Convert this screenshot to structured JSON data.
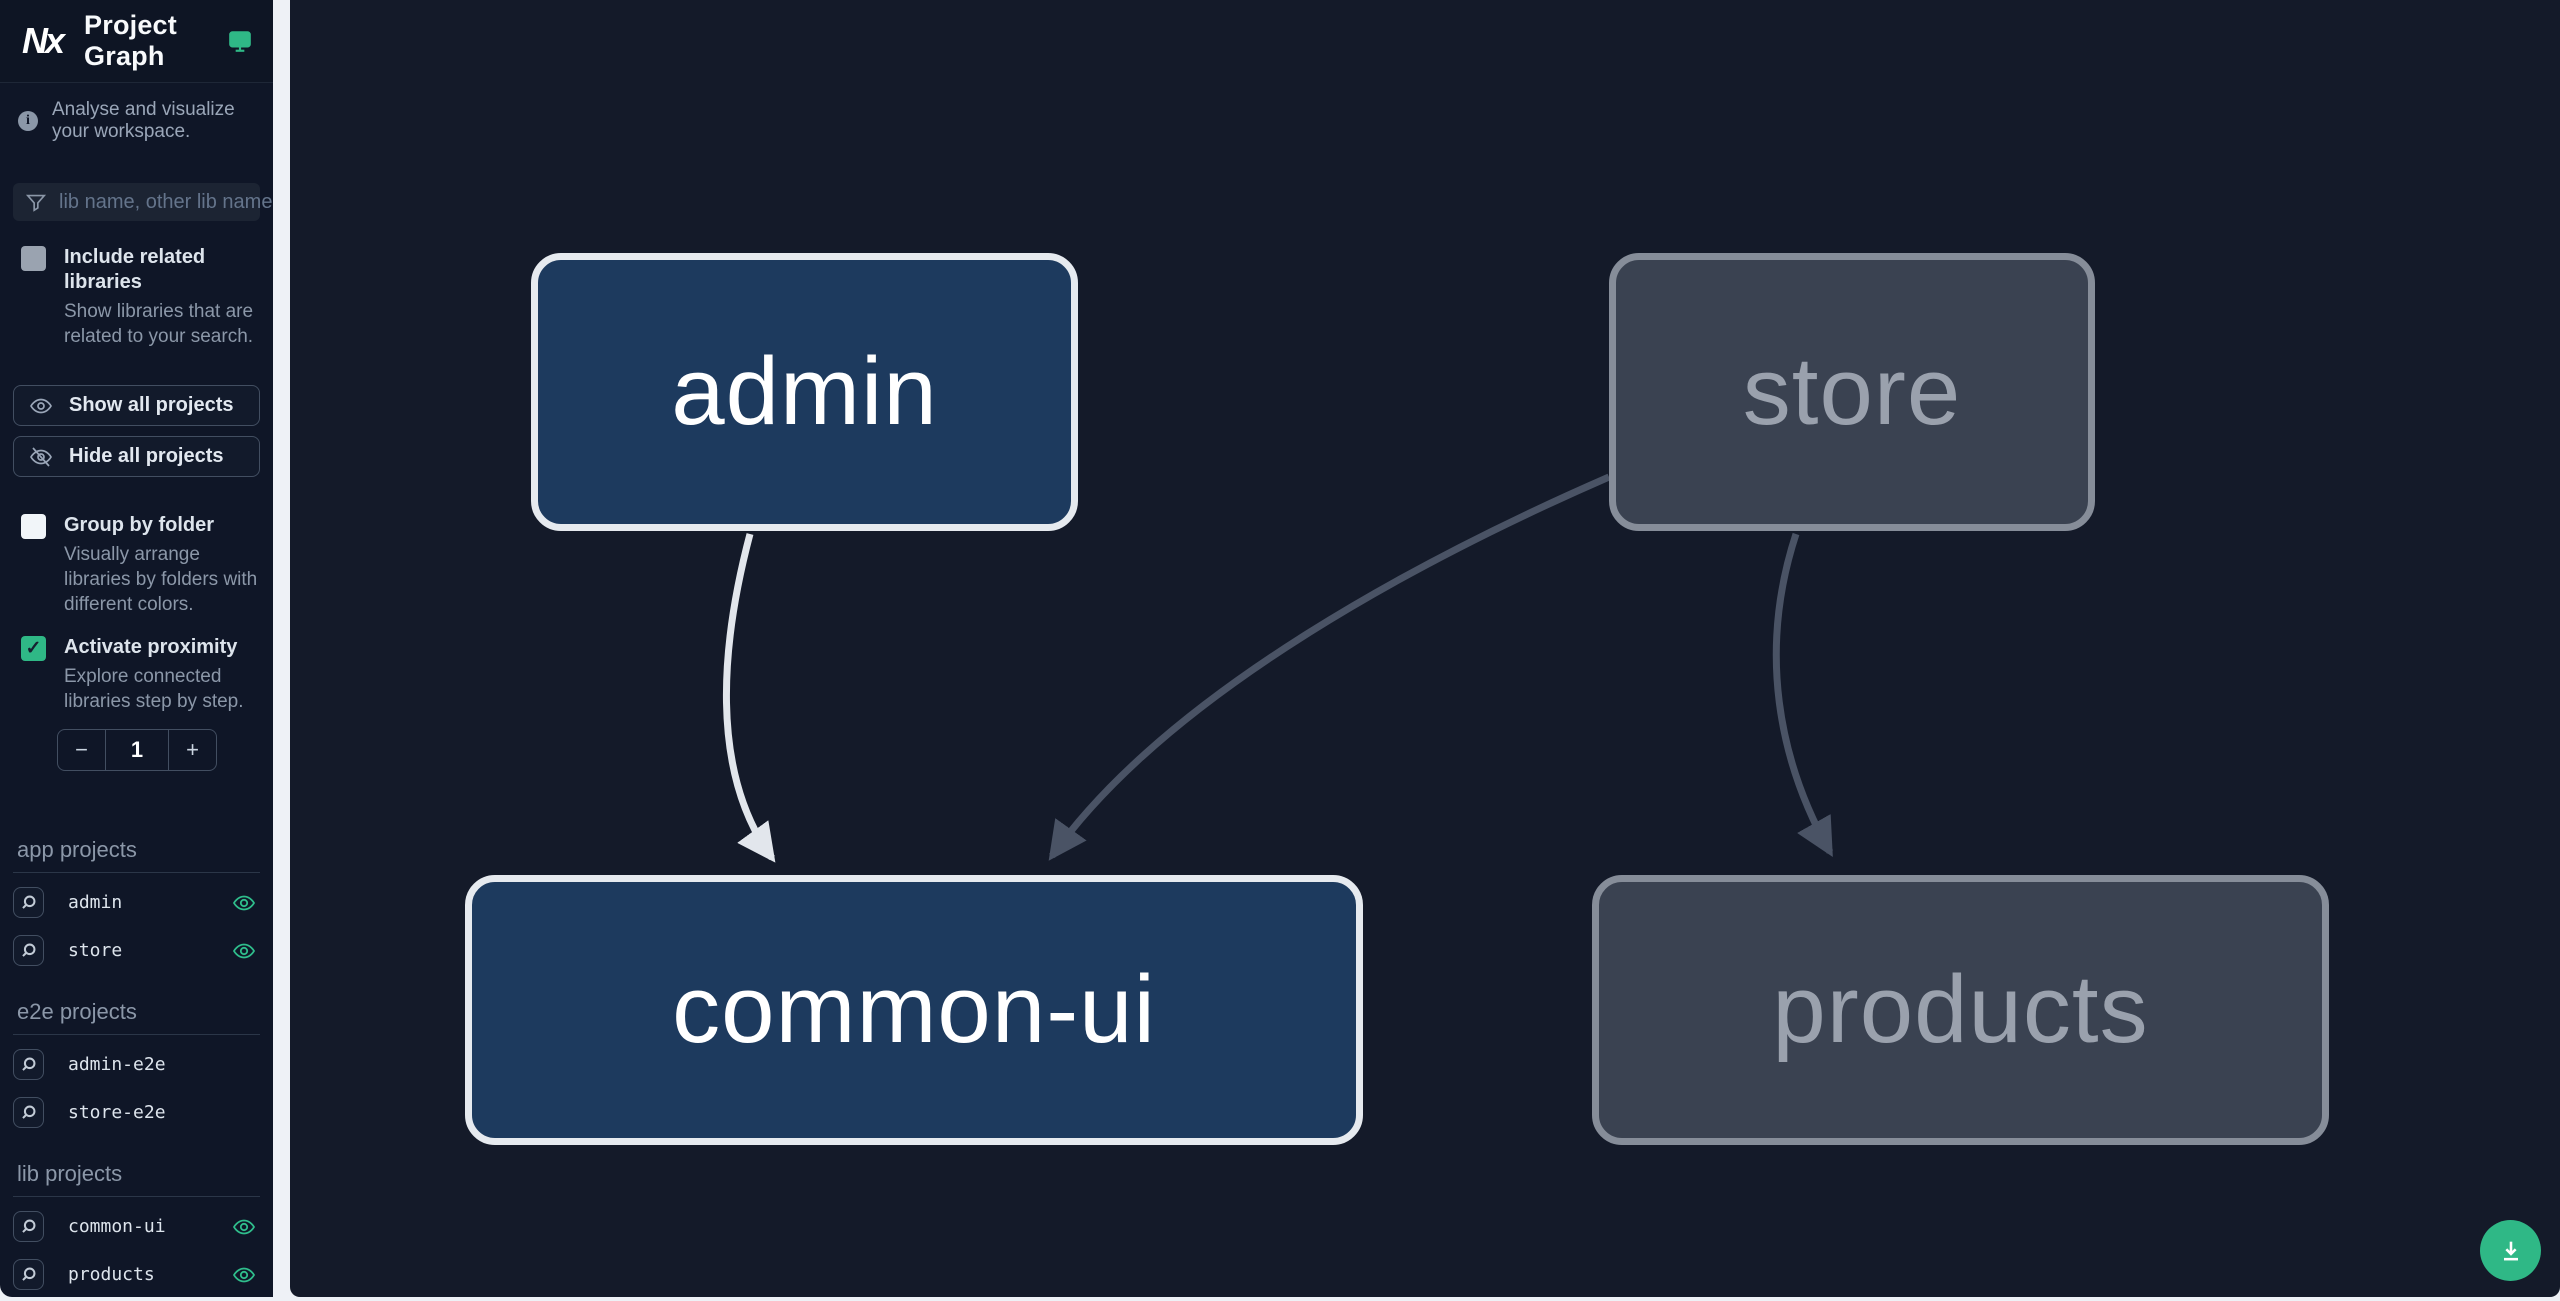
{
  "header": {
    "logo_text": "Nx",
    "title": "Project Graph"
  },
  "sidebar": {
    "tagline": "Analyse and visualize your workspace.",
    "filter": {
      "placeholder": "lib name, other lib name"
    },
    "options": [
      {
        "label": "Include related libraries",
        "description": "Show libraries that are related to your search.",
        "checked": false
      },
      {
        "label": "Group by folder",
        "description": "Visually arrange libraries by folders with different colors.",
        "checked": false
      },
      {
        "label": "Activate proximity",
        "description": "Explore connected libraries step by step.",
        "checked": true,
        "checkmark": "✓"
      }
    ],
    "actions": [
      {
        "label": "Show all projects"
      },
      {
        "label": "Hide all projects"
      }
    ],
    "stepper": {
      "decrement": "−",
      "value": "1",
      "increment": "+"
    },
    "sections": [
      {
        "title": "app projects",
        "items": [
          {
            "name": "admin",
            "visible": true
          },
          {
            "name": "store",
            "visible": true
          }
        ]
      },
      {
        "title": "e2e projects",
        "items": [
          {
            "name": "admin-e2e",
            "visible": false
          },
          {
            "name": "store-e2e",
            "visible": false
          }
        ]
      },
      {
        "title": "lib projects",
        "items": [
          {
            "name": "common-ui",
            "visible": true
          },
          {
            "name": "products",
            "visible": true
          }
        ]
      }
    ]
  },
  "graph": {
    "nodes": [
      {
        "label": "admin",
        "state": "focused"
      },
      {
        "label": "store",
        "state": "muted"
      },
      {
        "label": "common-ui",
        "state": "focused"
      },
      {
        "label": "products",
        "state": "muted"
      }
    ],
    "edges": [
      {
        "from": "admin",
        "to": "common-ui",
        "state": "highlighted"
      },
      {
        "from": "store",
        "to": "common-ui",
        "state": "muted"
      },
      {
        "from": "store",
        "to": "products",
        "state": "muted"
      }
    ]
  },
  "fab": {
    "icon": "download-icon"
  },
  "colors": {
    "accent_green": "#2fb886",
    "node_focused_fill": "#1d3a5e",
    "node_focused_border": "#e6eaef",
    "node_muted_fill": "#3a4251",
    "node_muted_border": "#868d99",
    "edge_highlighted": "#e2e6ec",
    "edge_muted": "#4a5365",
    "sidebar_bg": "#0f1627",
    "canvas_bg": "#141a29"
  }
}
